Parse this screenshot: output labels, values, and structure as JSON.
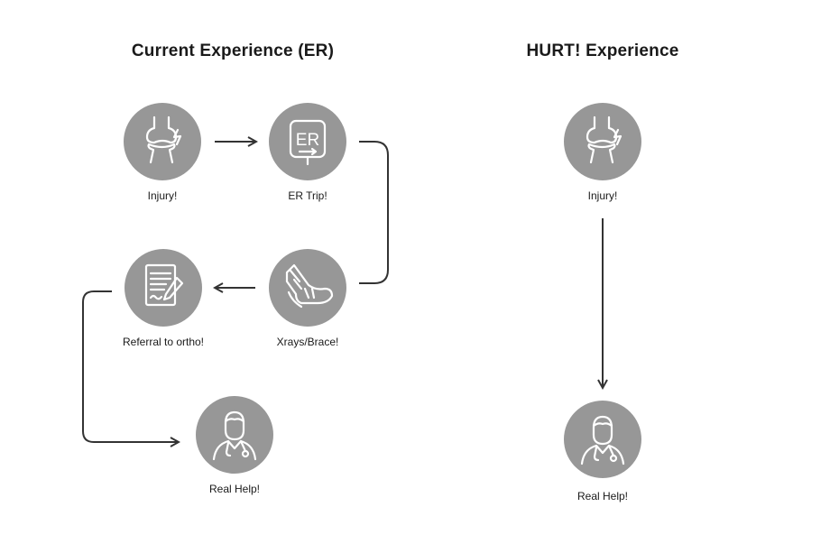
{
  "headings": {
    "current": "Current Experience (ER)",
    "hurt": "HURT! Experience"
  },
  "current_steps": [
    {
      "label": "Injury!",
      "icon": "joint-injury-icon"
    },
    {
      "label": "ER Trip!",
      "icon": "er-sign-icon"
    },
    {
      "label": "Xrays/Brace!",
      "icon": "leg-brace-icon"
    },
    {
      "label": "Referral to ortho!",
      "icon": "referral-document-icon"
    },
    {
      "label": "Real Help!",
      "icon": "doctor-icon"
    }
  ],
  "hurt_steps": [
    {
      "label": "Injury!",
      "icon": "joint-injury-icon"
    },
    {
      "label": "Real Help!",
      "icon": "doctor-icon"
    }
  ],
  "er_icon_text": "ER",
  "colors": {
    "circle": "#979797",
    "icon_stroke": "#ffffff",
    "arrow": "#333333"
  }
}
